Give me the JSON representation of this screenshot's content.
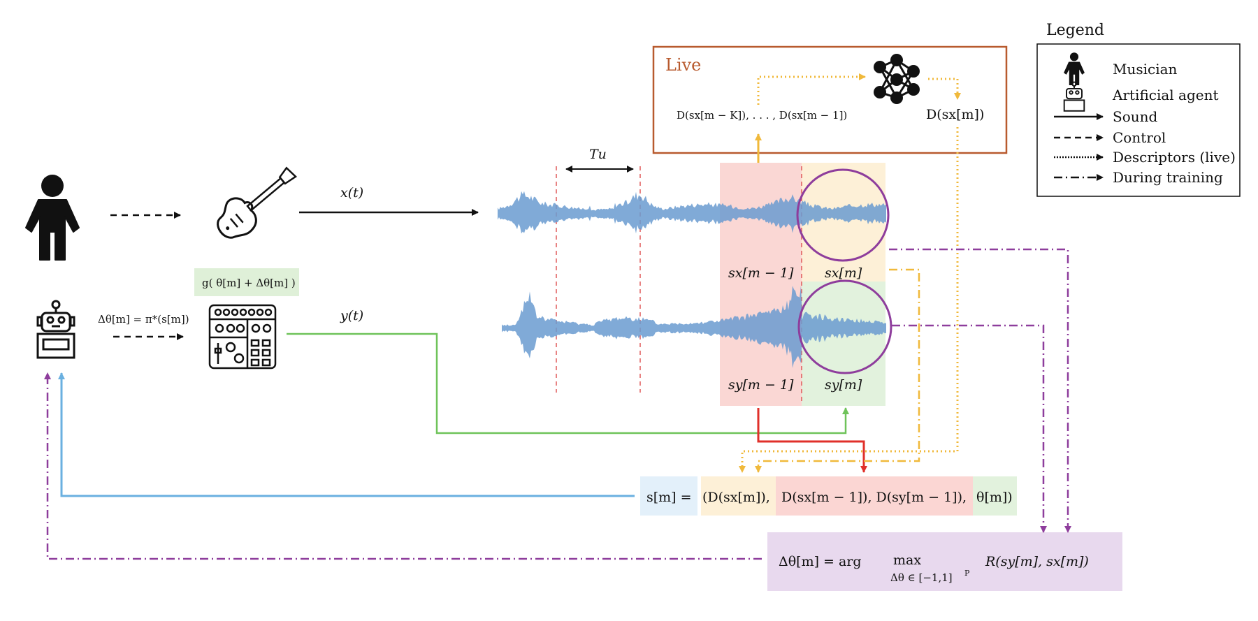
{
  "legend": {
    "title": "Legend",
    "items": [
      {
        "icon": "musician-icon",
        "label": "Musician"
      },
      {
        "icon": "robot-icon",
        "label": "Artificial agent"
      },
      {
        "line": "solid",
        "label": "Sound"
      },
      {
        "line": "dashed",
        "label": "Control"
      },
      {
        "line": "dotted",
        "label": "Descriptors (live)"
      },
      {
        "line": "dashdot",
        "label": "During training"
      }
    ]
  },
  "live": {
    "title": "Live",
    "input_label": "D(sx[m − K]), . . . , D(sx[m − 1])",
    "output_label": "D(sx[m])"
  },
  "labels": {
    "x_signal": "x(t)",
    "y_signal": "y(t)",
    "tu": "Tu",
    "policy": "Δθ[m] = π*(s[m])",
    "g_box": "g( θ[m] + Δθ[m] )",
    "sx_prev": "sx[m − 1]",
    "sx_cur": "sx[m]",
    "sy_prev": "sy[m − 1]",
    "sy_cur": "sy[m]"
  },
  "state": {
    "s": "s[m] =",
    "dsx": "(D(sx[m]),",
    "dprev": "D(sx[m − 1]),  D(sy[m − 1]),",
    "theta": "θ[m])"
  },
  "objective": {
    "lhs": "Δθ[m] = arg",
    "max": "max",
    "sub": "Δθ ∈ [−1,1]",
    "sup": "P",
    "rhs": "R(sy[m],  sx[m])"
  },
  "colors": {
    "live_border": "#b85a2e",
    "yellow": "#f0b93b",
    "green": "#6fc35a",
    "blue": "#6ab0e0",
    "red": "#e0302a",
    "purple": "#8e3d9c",
    "wave": "#6a9bd0"
  }
}
